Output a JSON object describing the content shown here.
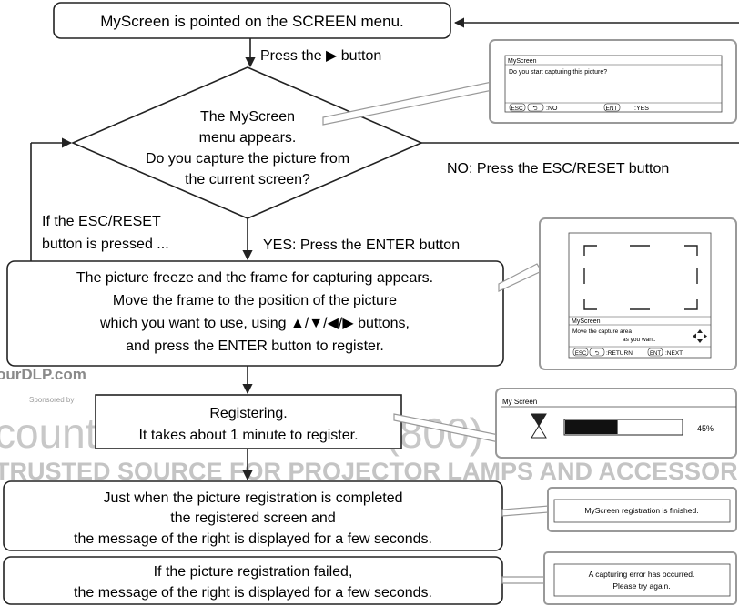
{
  "steps": {
    "start": "MyScreen is pointed on the SCREEN menu.",
    "press_right": "Press the ▶ button",
    "decision": [
      "The MyScreen",
      "menu appears.",
      "Do you capture the picture from",
      "the current screen?"
    ],
    "no_label": "NO: Press the ESC/RESET button",
    "esc_note": [
      "If the ESC/RESET",
      "button is pressed ..."
    ],
    "yes_label": "YES: Press the ENTER button",
    "capture": [
      "The picture freeze and the frame for capturing appears.",
      "Move the frame to the position of the picture",
      "which you want to use, using ▲/▼/◀/▶ buttons,",
      "and press the ENTER button to register."
    ],
    "registering": [
      "Registering.",
      "It takes about 1 minute to register."
    ],
    "completed": [
      "Just when the picture registration is completed",
      "the registered screen and",
      "the message of the right is displayed for a few seconds."
    ],
    "failed": [
      "If the picture registration failed,",
      "the message of the right is displayed for a few seconds."
    ]
  },
  "panels": {
    "confirm": {
      "title": "MyScreen",
      "question": "Do you start capturing this picture?",
      "esc_key": "ESC",
      "return_key": "⮌",
      "no_label": ":NO",
      "ent_key": "ENT",
      "yes_label": ":YES"
    },
    "frame": {
      "title": "MyScreen",
      "msg1": "Move the capture area",
      "msg2": "as you want.",
      "esc_key": "ESC",
      "return_key": "⮌",
      "return_label": ":RETURN",
      "ent_key": "ENT",
      "next_label": ":NEXT"
    },
    "progress": {
      "title": "My Screen",
      "percent_text": "45%",
      "progress": 0.45
    },
    "finished": "MyScreen registration is finished.",
    "error": [
      "A capturing error has occurred.",
      "Please try again."
    ]
  },
  "watermark": {
    "site": "ourDLP.com",
    "sponsor": "Sponsored by",
    "brand": "count Merchant.com (800) 281-8",
    "tagline": "TRUSTED SOURCE FOR PROJECTOR LAMPS AND ACCESSOR"
  },
  "colors": {
    "line": "#222222",
    "panel_border": "#999999",
    "watermark": "#bcbcbc"
  }
}
